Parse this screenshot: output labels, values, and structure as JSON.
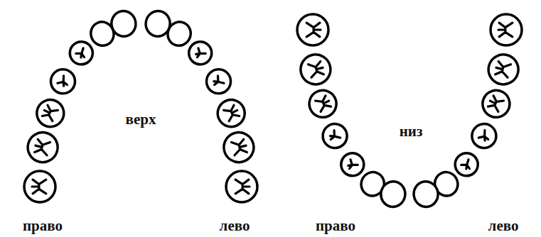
{
  "diagram": {
    "labels": [
      "верх",
      "низ",
      "право",
      "лево",
      "право",
      "лево"
    ]
  }
}
